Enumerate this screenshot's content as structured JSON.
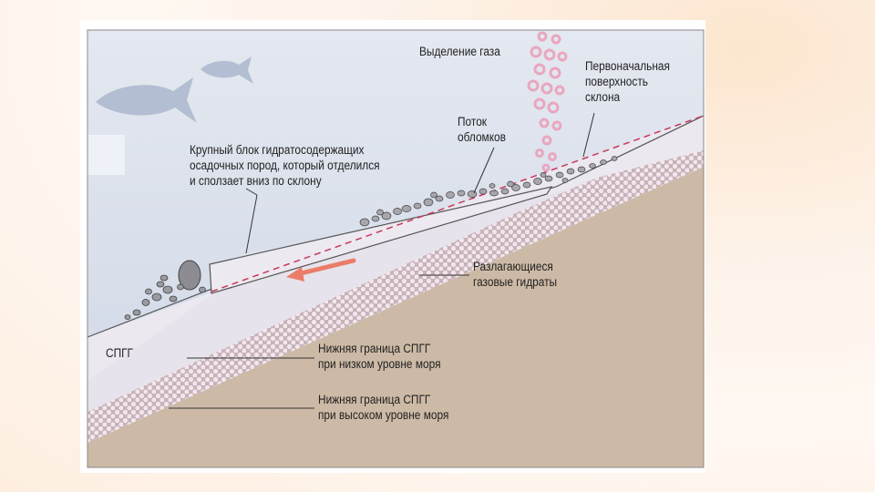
{
  "labels": {
    "gas_release": "Выделение газа",
    "original_surface": [
      "Первоначальная",
      "поверхность",
      "склона"
    ],
    "debris_flow": [
      "Поток",
      "обломков"
    ],
    "large_block": [
      "Крупный блок гидратосодержащих",
      "осадочных пород, который отделился",
      "и сползает вниз по склону"
    ],
    "decomposing_hydrates": [
      "Разлагающиеся",
      "газовые гидраты"
    ],
    "zone_name": "СПГГ",
    "lower_boundary_low": [
      "Нижняя граница СПГГ",
      "при низком уровне моря"
    ],
    "lower_boundary_high": [
      "Нижняя граница СПГГ",
      "при высоком уровне моря"
    ]
  },
  "colors": {
    "water": "#d4dcea",
    "seabed": "#cdbaa6",
    "hydrate_zone": "#ebe8f0",
    "gas_bubbles": "#e9a7bf",
    "decomposition_band": "#c9b2b8",
    "arrow": "#ec7c6a",
    "dashed_line": "#c8385a"
  },
  "icons": [
    "fish-icon",
    "gas-bubbles-icon",
    "debris-rocks-icon",
    "slide-arrow-icon"
  ]
}
